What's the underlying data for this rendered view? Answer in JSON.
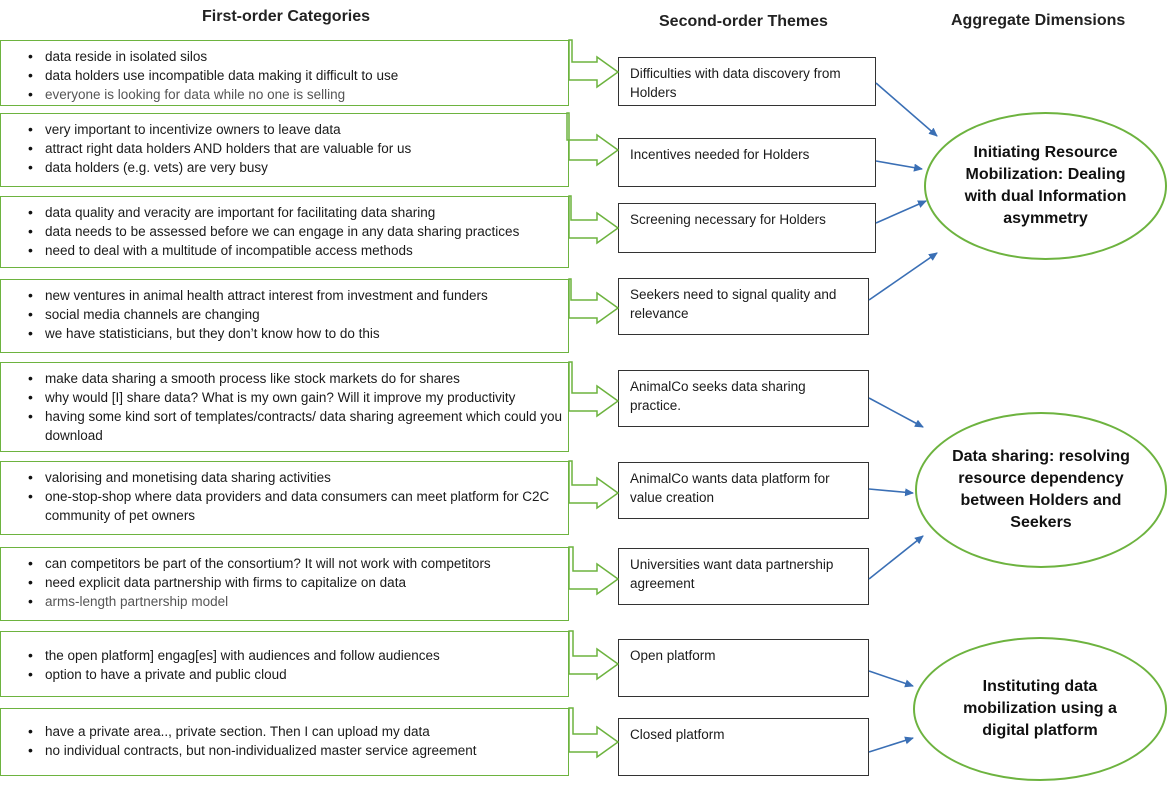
{
  "headers": {
    "first_order": "First-order Categories",
    "second_order": "Second-order Themes",
    "aggregate": "Aggregate Dimensions"
  },
  "categories": [
    {
      "items": [
        "data reside in isolated silos",
        "data holders use incompatible data making it difficult to use",
        "everyone is looking for data while no one is selling"
      ]
    },
    {
      "items": [
        "very important to incentivize owners to leave data",
        "attract right data holders AND holders that are valuable for us",
        "data holders (e.g. vets) are very busy"
      ]
    },
    {
      "items": [
        "data quality and veracity are important for facilitating data sharing",
        "data needs to be assessed before we can engage in any data sharing practices",
        "need to deal with a multitude of incompatible access methods"
      ]
    },
    {
      "items": [
        "new ventures in animal health attract interest from investment and funders",
        "social media channels are changing",
        "we have statisticians, but they don’t know how to do this"
      ]
    },
    {
      "items": [
        "make data sharing a smooth process like stock markets do for shares",
        "why would [I] share data? What is my own gain? Will it improve my productivity",
        "having some kind sort of templates/contracts/ data sharing agreement which could you download"
      ]
    },
    {
      "items": [
        "valorising and monetising data sharing activities",
        "one-stop-shop where data providers and data consumers can meet platform for C2C community of pet owners"
      ]
    },
    {
      "items": [
        "can competitors be part of the consortium? It will not work with competitors",
        "need explicit data partnership with firms to capitalize on data",
        "arms-length partnership model"
      ]
    },
    {
      "items": [
        "the open platform] engag[es] with audiences and follow audiences",
        "option to have a private and public cloud"
      ]
    },
    {
      "items": [
        "have a private area.., private section. Then I can upload my data",
        "no individual contracts, but non-individualized master service agreement"
      ]
    }
  ],
  "themes": [
    "Difficulties with data discovery from Holders",
    "Incentives needed for Holders",
    "Screening necessary for Holders",
    "Seekers need to signal quality and relevance",
    "AnimalCo seeks data sharing practice.",
    "AnimalCo wants data platform for value creation",
    "Universities want data partnership agreement",
    "Open platform",
    "Closed platform"
  ],
  "dimensions": [
    "Initiating Resource Mobilization: Dealing with dual Information asymmetry",
    "Data sharing: resolving resource dependency between Holders and Seekers",
    "Instituting data mobilization using a digital platform"
  ],
  "colors": {
    "category_border": "#6db33f",
    "arrow": "#3a6fb5",
    "theme_border": "#333333"
  }
}
